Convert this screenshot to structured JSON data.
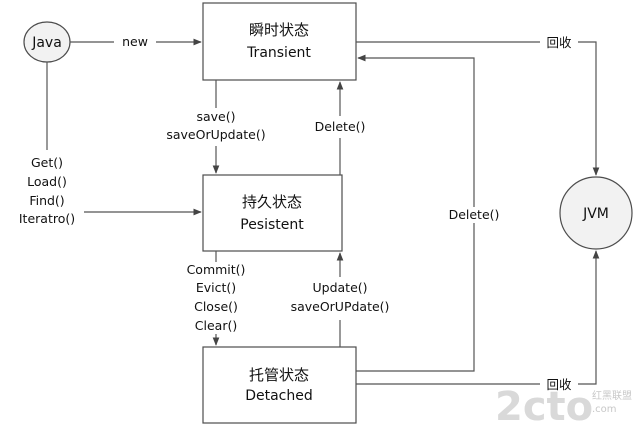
{
  "nodes": {
    "java": {
      "label": "Java"
    },
    "jvm": {
      "label": "JVM"
    },
    "transient": {
      "title": "瞬时状态",
      "subtitle": "Transient"
    },
    "persistent": {
      "title": "持久状态",
      "subtitle": "Pesistent"
    },
    "detached": {
      "title": "托管状态",
      "subtitle": "Detached"
    }
  },
  "edges": {
    "new": "new",
    "transient_to_persistent": [
      "save()",
      "saveOrUpdate()"
    ],
    "persistent_to_transient": "Delete()",
    "java_to_persistent": [
      "Get()",
      "Load()",
      "Find()",
      "Iteratro()"
    ],
    "detached_to_transient": "Delete()",
    "persistent_to_detached": [
      "Commit()",
      "Evict()",
      "Close()",
      "Clear()"
    ],
    "detached_to_persistent": [
      "Update()",
      "saveOrUPdate()"
    ],
    "transient_recycle": "回收",
    "detached_recycle": "回收"
  },
  "watermark": {
    "logo": "2cto",
    "suffix": ".com",
    "text": "红黑联盟"
  },
  "colors": {
    "box_fill": "#ffffff",
    "box_stroke": "#4d4d4d",
    "circle_fill": "#f2f2f2",
    "edge": "#555555",
    "watermark": "#d9d9d9"
  }
}
